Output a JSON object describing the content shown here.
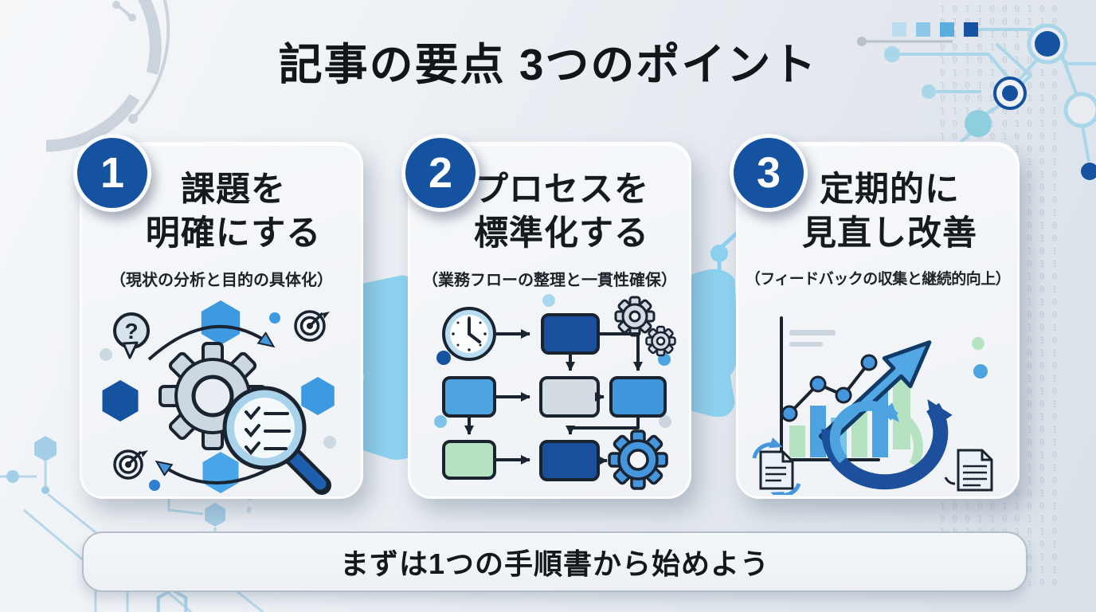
{
  "title": "記事の要点 3つのポイント",
  "cards": [
    {
      "number": "1",
      "heading_line1": "課題を",
      "heading_line2": "明確にする",
      "subtitle": "（現状の分析と目的の具体化）",
      "illustration": "gear-magnifier-analysis"
    },
    {
      "number": "2",
      "heading_line1": "プロセスを",
      "heading_line2": "標準化する",
      "subtitle": "（業務フローの整理と一貫性確保）",
      "illustration": "flowchart-standardization"
    },
    {
      "number": "3",
      "heading_line1": "定期的に",
      "heading_line2": "見直し改善",
      "subtitle": "（フィードバックの収集と継続的向上）",
      "illustration": "growth-review-cycle"
    }
  ],
  "footer": {
    "text": "まずは1つの手順書から始めよう"
  },
  "colors": {
    "accent_dark_blue": "#1553a0",
    "accent_blue": "#4da3e0",
    "accent_light_blue": "#a8d8e8",
    "accent_sky": "#8ed3f2",
    "accent_green": "#b5e3c2",
    "box_gray": "#d3dce2",
    "card_bg": "#f3f5f8",
    "text": "#15181c"
  },
  "background": {
    "binary_text": "1011000100\n0101000110\n1100101001\n0010110100\n1010001011\n0110100010\n1001011000\n0100010110\n1110001001\n0001101010\n1010010001\n0101101000\n1000110101\n0011010010\n1101000101\n0010101100\n1011010001\n0100101010\n1010110010\n0001010101\n1100100011\n0110010100\n1001101001\n0010100110\n1101011000\n1010001101\n0101100010\n1000101011\n0011011000\n1100010101\n0101001010\n1010110001\n0100011010\n1011000101\n0010101001\n1101010010\n0110001101\n1001010100\n0100110010\n1010011001\n0001100110\n1011001010\n0110100101\n1000011010\n0101010011\n1010100100"
  }
}
